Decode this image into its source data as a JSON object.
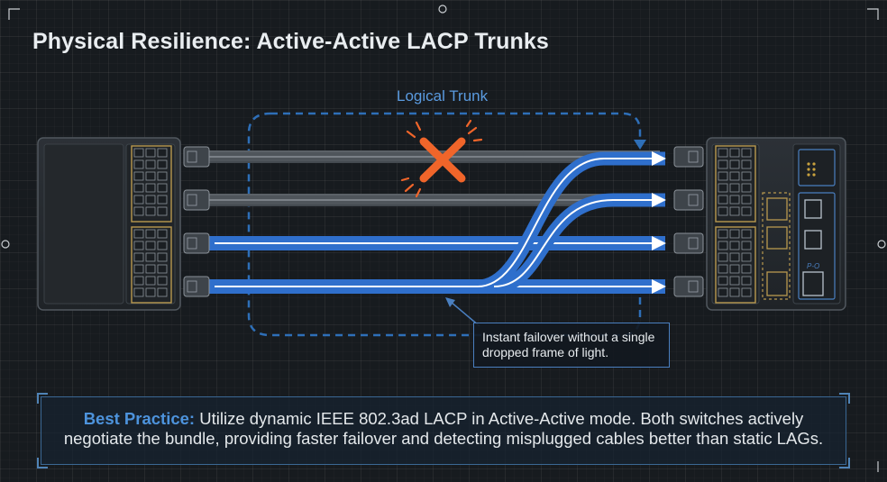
{
  "title": "Physical Resilience: Active-Active LACP Trunks",
  "logical_trunk_label": "Logical Trunk",
  "callout": {
    "line1": "Instant failover without a single",
    "line2": "dropped frame of light."
  },
  "best_practice": {
    "lead": "Best Practice:",
    "line1_rest": " Utilize dynamic IEEE 802.3ad LACP in Active-Active mode. Both switches actively",
    "line2": "negotiate the bundle, providing faster failover and detecting misplugged cables better than static LAGs."
  },
  "colors": {
    "accent_blue": "#2f6fcc",
    "label_blue": "#5a9be0",
    "failure_orange": "#f0652a",
    "port_gold": "#b9994f",
    "inactive_cable": "#5c6268"
  },
  "links": [
    {
      "state": "failed"
    },
    {
      "state": "inactive"
    },
    {
      "state": "active"
    },
    {
      "state": "active"
    }
  ],
  "icons": [
    "left-switch-icon",
    "right-switch-icon",
    "failure-x-icon",
    "status-led-icon"
  ]
}
